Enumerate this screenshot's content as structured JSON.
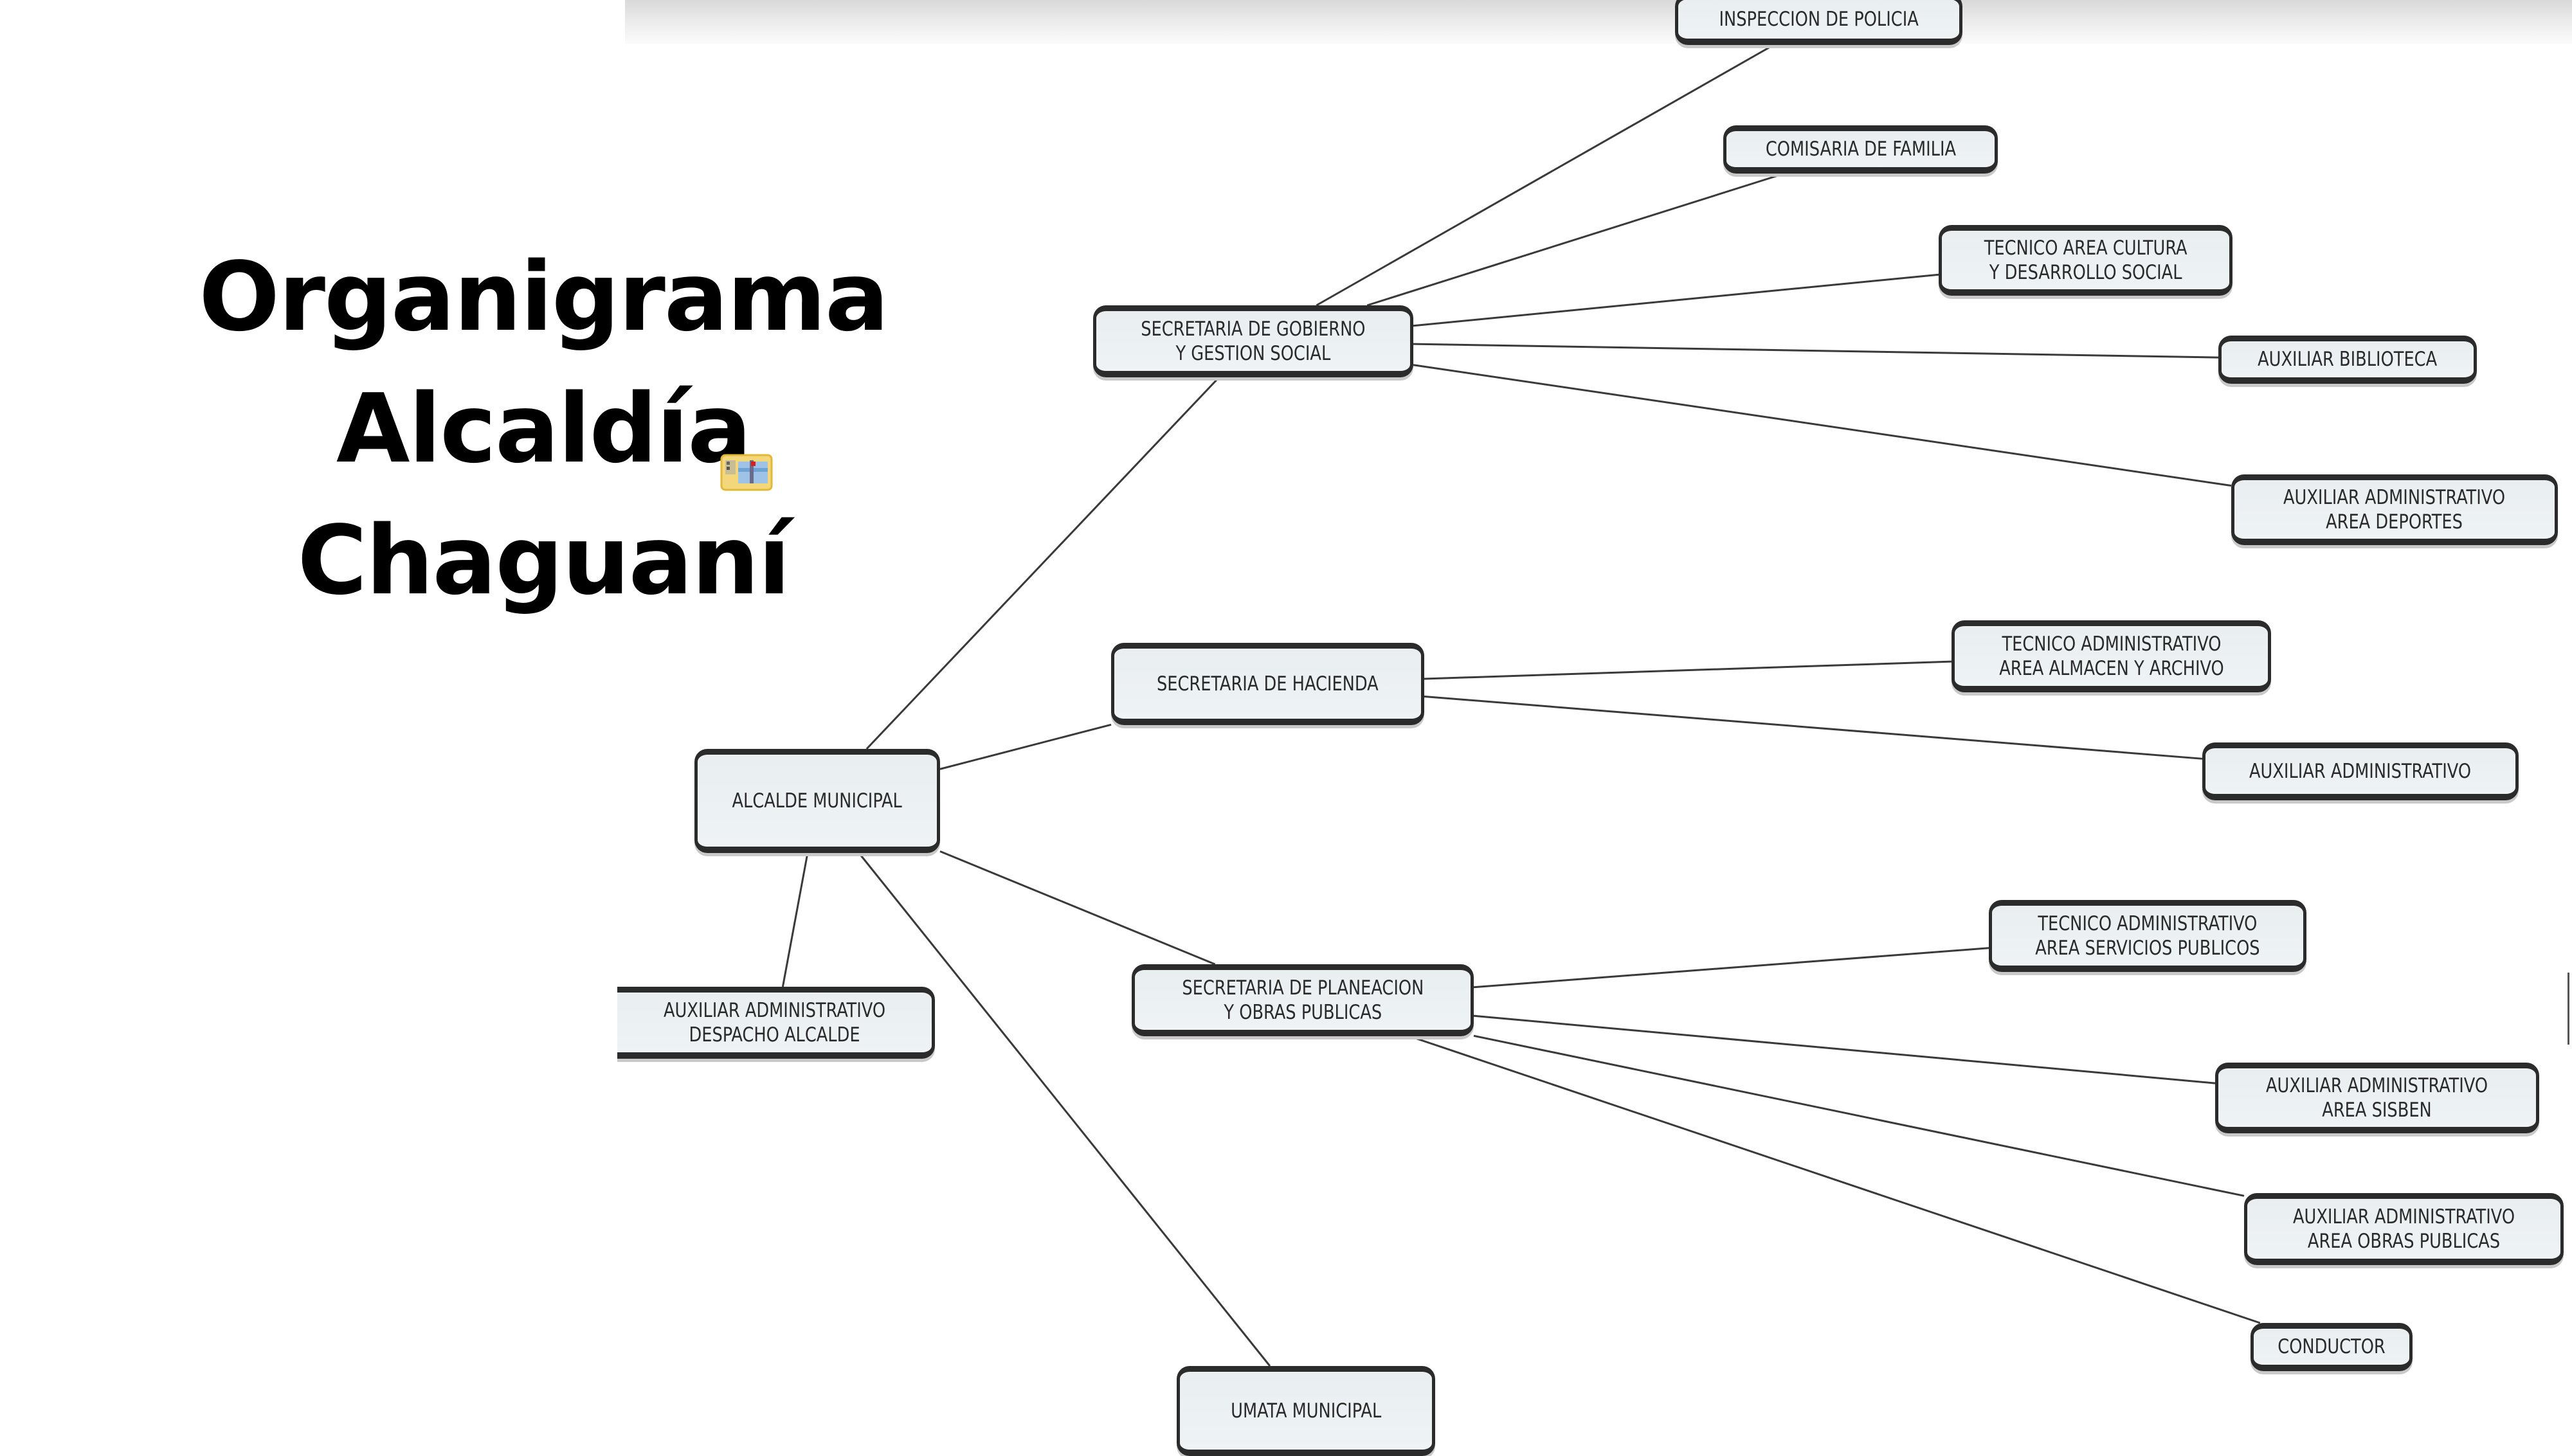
{
  "slide": {
    "title_lines": [
      "Organigrama",
      "Alcaldía",
      "Chaguaní"
    ]
  },
  "icons": {
    "embedded_object": "embedded-document-icon"
  },
  "org_chart": {
    "nodes": [
      {
        "id": "alcalde",
        "label": "ALCALDE MUNICIPAL"
      },
      {
        "id": "sec_gobierno",
        "label": "SECRETARIA DE GOBIERNO\nY GESTION SOCIAL"
      },
      {
        "id": "sec_hacienda",
        "label": "SECRETARIA DE HACIENDA"
      },
      {
        "id": "sec_planeacion",
        "label": "SECRETARIA DE PLANEACION\nY OBRAS PUBLICAS"
      },
      {
        "id": "aux_despacho",
        "label": "AUXILIAR ADMINISTRATIVO\nDESPACHO ALCALDE"
      },
      {
        "id": "umata",
        "label": "UMATA MUNICIPAL"
      },
      {
        "id": "inspeccion",
        "label": "INSPECCION DE POLICIA"
      },
      {
        "id": "comisaria",
        "label": "COMISARIA DE FAMILIA"
      },
      {
        "id": "tec_cultura",
        "label": "TECNICO AREA CULTURA\nY DESARROLLO SOCIAL"
      },
      {
        "id": "aux_biblioteca",
        "label": "AUXILIAR BIBLIOTECA"
      },
      {
        "id": "aux_deportes",
        "label": "AUXILIAR ADMINISTRATIVO\nAREA DEPORTES"
      },
      {
        "id": "tec_almacen",
        "label": "TECNICO ADMINISTRATIVO\nAREA ALMACEN Y ARCHIVO"
      },
      {
        "id": "aux_admin",
        "label": "AUXILIAR ADMINISTRATIVO"
      },
      {
        "id": "tec_servicios",
        "label": "TECNICO ADMINISTRATIVO\nAREA SERVICIOS PUBLICOS"
      },
      {
        "id": "aux_sisben",
        "label": "AUXILIAR ADMINISTRATIVO\nAREA SISBEN"
      },
      {
        "id": "aux_obras",
        "label": "AUXILIAR ADMINISTRATIVO\nAREA OBRAS PUBLICAS"
      },
      {
        "id": "conductor",
        "label": "CONDUCTOR"
      }
    ],
    "edges": [
      [
        "alcalde",
        "sec_gobierno"
      ],
      [
        "alcalde",
        "sec_hacienda"
      ],
      [
        "alcalde",
        "sec_planeacion"
      ],
      [
        "alcalde",
        "aux_despacho"
      ],
      [
        "alcalde",
        "umata"
      ],
      [
        "sec_gobierno",
        "inspeccion"
      ],
      [
        "sec_gobierno",
        "comisaria"
      ],
      [
        "sec_gobierno",
        "tec_cultura"
      ],
      [
        "sec_gobierno",
        "aux_biblioteca"
      ],
      [
        "sec_gobierno",
        "aux_deportes"
      ],
      [
        "sec_hacienda",
        "tec_almacen"
      ],
      [
        "sec_hacienda",
        "aux_admin"
      ],
      [
        "sec_planeacion",
        "tec_servicios"
      ],
      [
        "sec_planeacion",
        "aux_sisben"
      ],
      [
        "sec_planeacion",
        "aux_obras"
      ],
      [
        "sec_planeacion",
        "conductor"
      ]
    ],
    "colors": {
      "node_fill": "#eef3f5",
      "node_border": "#2b2b2b",
      "link": "#3a3a3a"
    }
  }
}
